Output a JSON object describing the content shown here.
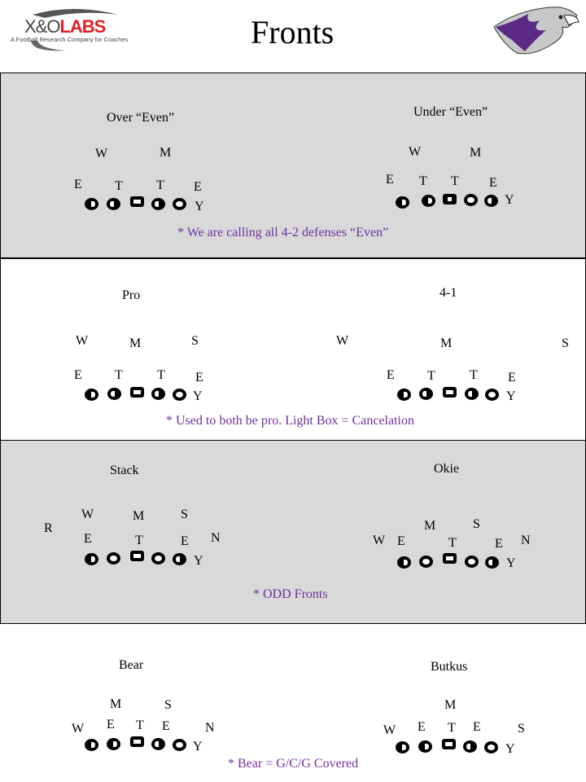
{
  "header": {
    "title": "Fronts",
    "logo_main": "X&O",
    "logo_accent": "LABS",
    "logo_tagline": "A Football Research Company for Coaches",
    "accent_color": "#e31e24",
    "mascot_color": "#5b2a86"
  },
  "sections": [
    {
      "title": "Over “Even”",
      "labels": [
        "W",
        "M",
        "E",
        "T",
        "T",
        "E",
        "Y"
      ],
      "symbols": [
        "R",
        "L",
        "C",
        "L",
        "O"
      ]
    },
    {
      "title": "Under “Even”",
      "labels": [
        "W",
        "M",
        "E",
        "T",
        "T",
        "E",
        "Y"
      ],
      "symbols": [
        "R",
        "R",
        "Cf",
        "O",
        "L"
      ]
    },
    {
      "title": "Pro",
      "labels": [
        "W",
        "M",
        "S",
        "E",
        "T",
        "T",
        "E",
        "Y"
      ],
      "symbols": [
        "R",
        "L",
        "C",
        "L",
        "O"
      ]
    },
    {
      "title": "4-1",
      "labels": [
        "W",
        "M",
        "S",
        "E",
        "T",
        "T",
        "E",
        "Y"
      ],
      "symbols": [
        "R",
        "L",
        "C",
        "L",
        "O"
      ]
    },
    {
      "title": "Stack",
      "labels": [
        "R",
        "W",
        "M",
        "S",
        "E",
        "T",
        "E",
        "N",
        "Y"
      ],
      "symbols": [
        "R",
        "O",
        "C",
        "O",
        "L"
      ]
    },
    {
      "title": "Okie",
      "labels": [
        "M",
        "S",
        "W",
        "E",
        "T",
        "E",
        "N",
        "Y"
      ],
      "symbols": [
        "R",
        "O",
        "C",
        "O",
        "L"
      ]
    },
    {
      "title": "Bear",
      "labels": [
        "M",
        "S",
        "W",
        "E",
        "T",
        "E",
        "N",
        "Y"
      ],
      "symbols": [
        "R",
        "R",
        "C",
        "L",
        "O"
      ]
    },
    {
      "title": "Butkus",
      "labels": [
        "M",
        "W",
        "E",
        "T",
        "E",
        "S",
        "Y"
      ],
      "symbols": [
        "R",
        "R",
        "C",
        "L",
        "O"
      ]
    }
  ],
  "notes": [
    "* We are calling  all 4-2 defenses “Even”",
    "* Used to both be pro. Light Box = Cancelation",
    "* ODD Fronts",
    "* Bear = G/C/G Covered"
  ]
}
